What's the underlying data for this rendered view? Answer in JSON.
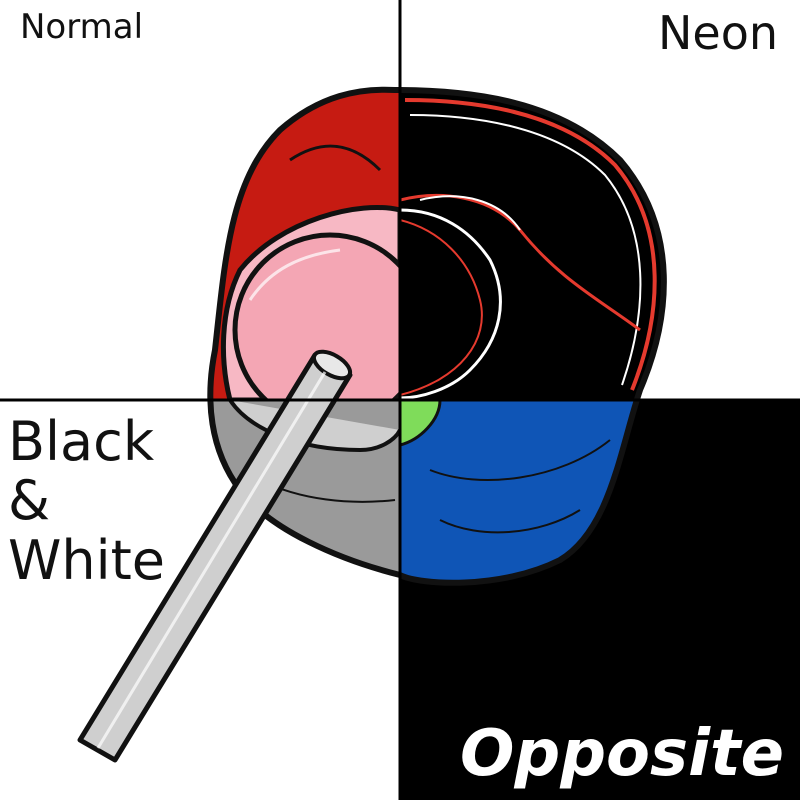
{
  "quadrants": {
    "top_left": {
      "label": "Normal"
    },
    "top_right": {
      "label": "Neon"
    },
    "bottom_left": {
      "label": "Black & White"
    },
    "bottom_right": {
      "label": "Opposite"
    }
  },
  "colors": {
    "lip_red": "#c61b12",
    "tongue_pink": "#f7b8c4",
    "candy_pink": "#f4a6b4",
    "lip_gray": "#9a9a9a",
    "lip_blue": "#0f55b6",
    "candy_green": "#7fdc5a",
    "neon_outline": "#e53a2e",
    "background_dark": "#000000",
    "background_light": "#ffffff",
    "stick": "#cfcfcf"
  }
}
